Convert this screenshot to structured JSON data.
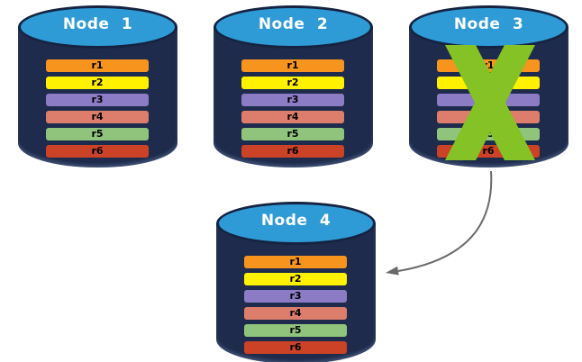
{
  "diagram": {
    "colors": {
      "cylinder_body": "#1E2B4C",
      "cylinder_top": "#2E9BD6",
      "failure_x": "#85C226",
      "arrow": "#6A6A6A"
    },
    "icons": {
      "failure": "x-icon",
      "transfer": "curved-arrow-icon"
    },
    "nodes": [
      {
        "label": "Node 1",
        "failed": false,
        "rows": [
          {
            "label": "r1",
            "color": "#F7941D"
          },
          {
            "label": "r2",
            "color": "#FFF100"
          },
          {
            "label": "r3",
            "color": "#8C7BC5"
          },
          {
            "label": "r4",
            "color": "#DC7E6B"
          },
          {
            "label": "r5",
            "color": "#90C47C"
          },
          {
            "label": "r6",
            "color": "#CB4226"
          }
        ]
      },
      {
        "label": "Node 2",
        "failed": false,
        "rows": [
          {
            "label": "r1",
            "color": "#F7941D"
          },
          {
            "label": "r2",
            "color": "#FFF100"
          },
          {
            "label": "r3",
            "color": "#8C7BC5"
          },
          {
            "label": "r4",
            "color": "#DC7E6B"
          },
          {
            "label": "r5",
            "color": "#90C47C"
          },
          {
            "label": "r6",
            "color": "#CB4226"
          }
        ]
      },
      {
        "label": "Node 3",
        "failed": true,
        "rows": [
          {
            "label": "r1",
            "color": "#F7941D"
          },
          {
            "label": "r2",
            "color": "#FFF100"
          },
          {
            "label": "r3",
            "color": "#8C7BC5"
          },
          {
            "label": "r4",
            "color": "#DC7E6B"
          },
          {
            "label": "r5",
            "color": "#90C47C"
          },
          {
            "label": "r6",
            "color": "#CB4226"
          }
        ]
      },
      {
        "label": "Node 4",
        "failed": false,
        "rows": [
          {
            "label": "r1",
            "color": "#F7941D"
          },
          {
            "label": "r2",
            "color": "#FFF100"
          },
          {
            "label": "r3",
            "color": "#8C7BC5"
          },
          {
            "label": "r4",
            "color": "#DC7E6B"
          },
          {
            "label": "r5",
            "color": "#90C47C"
          },
          {
            "label": "r6",
            "color": "#CB4226"
          }
        ]
      }
    ]
  }
}
